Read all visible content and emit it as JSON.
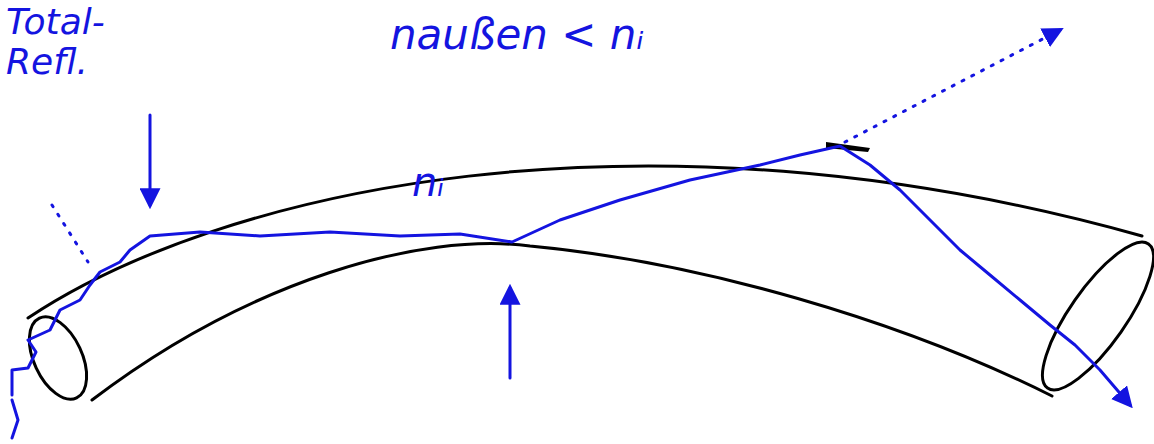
{
  "diagram": {
    "labels": [
      "Total- Refl.",
      "naußen < nᵢ",
      "nᵢ"
    ]
  }
}
